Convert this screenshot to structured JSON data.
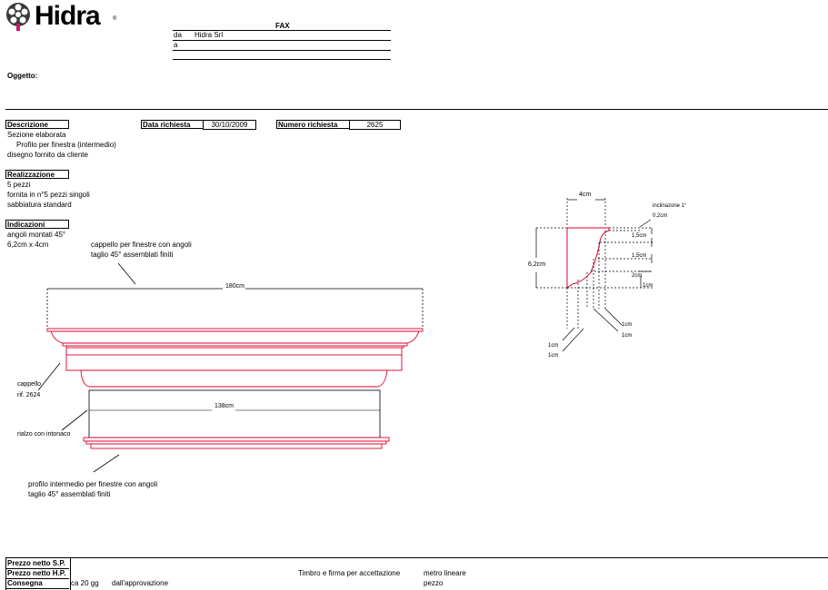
{
  "logo": {
    "text": "Hidra",
    "reg": "®"
  },
  "header": {
    "fax_label": "FAX",
    "da_label": "da",
    "da_value": "Hidra Srl",
    "a_label": "a"
  },
  "oggetto_label": "Oggetto:",
  "descrizione": {
    "label": "Descrizione",
    "lines": [
      "Sezione elaborata",
      "Profilo per finestra (intermedio)",
      "disegno fornito da cliente"
    ]
  },
  "data_richiesta": {
    "label": "Data richiesta",
    "value": "30/10/2009"
  },
  "numero_richiesta": {
    "label": "Numero richiesta",
    "value": "2625"
  },
  "realizzazione": {
    "label": "Realizzazione",
    "lines": [
      "5 pezzi",
      "fornita in n°5 pezzi singoli",
      "sabbiatura standard"
    ]
  },
  "indicazioni": {
    "label": "Indicazioni",
    "lines": [
      "angoli montati 45°",
      "6,2cm x 4cm"
    ]
  },
  "drawing": {
    "cappello_note": [
      "cappello per finestre con angoli",
      "taglio 45° assemblati finiti"
    ],
    "dim_180": "180cm",
    "dim_138": "138cm",
    "cappello_label": [
      "cappello",
      "rif. 2624"
    ],
    "rialzo_label": "rialzo con intonaco",
    "profilo_note": [
      "profilo intermedio per finestre con angoli",
      "taglio 45° assemblati finiti"
    ]
  },
  "section": {
    "dim_width": "4cm",
    "dim_height": "6,2cm",
    "inclinazione": [
      "inclinazone 1°",
      "0,2cm"
    ],
    "dim_15a": "1,5cm",
    "dim_15b": "1,5cm",
    "dim_2": "2cm",
    "dim_1_right": "1cm",
    "dim_1_b1": "1cm",
    "dim_1_b2": "1cm",
    "dim_1_b3": "1cm",
    "dim_1_b4": "1cm"
  },
  "footer": {
    "prezzo_sp": "Prezzo netto S.P.",
    "prezzo_hp": "Prezzo netto H.P.",
    "consegna": "Consegna",
    "consegna_value": "ca 20 gg",
    "consegna_note": "dall'approvazione",
    "timbro": "Timbro e firma per accettazione",
    "unit_hp": "metro lineare",
    "unit_consegna": "pezzo"
  },
  "colors": {
    "accent": "#e0002a",
    "logo_pink": "#d5136b",
    "line": "#000000"
  }
}
